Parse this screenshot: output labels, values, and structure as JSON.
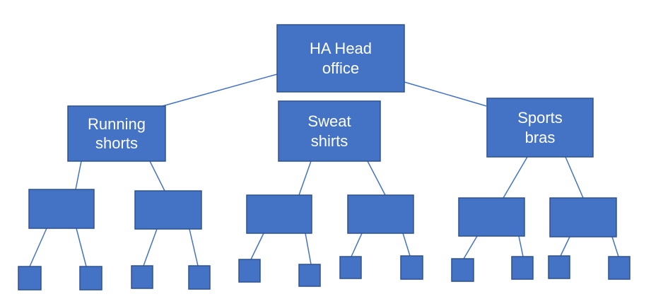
{
  "colors": {
    "box_fill": "#4472c4",
    "box_stroke": "#2f528f",
    "connector": "#4472c4",
    "label": "#ffffff"
  },
  "nodes": {
    "root": {
      "label": "HA Head\noffice"
    },
    "branch_running": {
      "label": "Running\nshorts"
    },
    "branch_sweat": {
      "label": "Sweat\nshirts"
    },
    "branch_bras": {
      "label": "Sports\nbras"
    }
  }
}
